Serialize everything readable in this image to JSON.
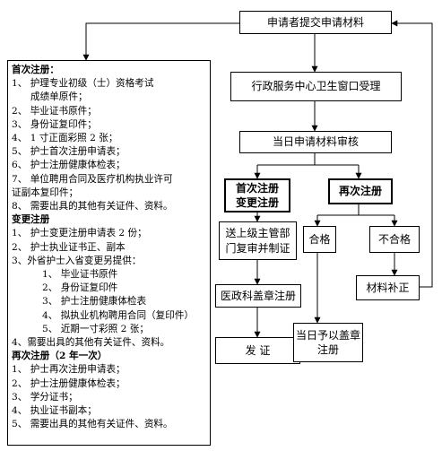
{
  "flow": {
    "submit": "申请者提交申请材料",
    "accept": "行政服务中心卫生窗口受理",
    "review": "当日申请材料审核",
    "first_change_line1": "首次注册",
    "first_change_line2": "变更注册",
    "renew": "再次注册",
    "forward_line1": "送上级主管部",
    "forward_line2": "门复审并制证",
    "qualified": "合格",
    "unqualified": "不合格",
    "supplement": "材料补正",
    "stamp": "医政科盖章注册",
    "issue": "发 证",
    "same_day_line1": "当日予以盖章",
    "same_day_line2": "注册"
  },
  "requirements": {
    "first": {
      "title": "首次注册：",
      "items": [
        "1、 护理专业初级（士）资格考试",
        "成绩单原件；",
        "2、 毕业证书原件；",
        "3、 身份证复印件；",
        "4、 1 寸正面彩照 2 张；",
        "5、 护士首次注册申请表；",
        "6、 护士注册健康体检表；",
        "7、 单位聘用合同及医疗机构执业许可",
        "证副本复印件；",
        "8、 需要出具的其他有关证件、资料。"
      ]
    },
    "change": {
      "title": "变更注册",
      "items": [
        "1、 护士变更注册申请表 2 份；",
        "2、 护士执业证书正、副本",
        "3、外省护士入省变更另提供：",
        "1、 毕业证书原件",
        "2、 身份证复印件",
        "3、 护士注册健康体检表",
        "4、 拟执业机构聘用合同（复印件）",
        "5、 近期一寸彩照 2 张；",
        "4、需要出具的其他有关证件、资料。"
      ]
    },
    "renew": {
      "title": "再次注册（2 年一次）",
      "items": [
        "1、 护士再次注册申请表；",
        "2、 护士注册健康体检表；",
        "3、 学分证书；",
        "4、 执业证书副本；",
        "5、 需要出具的其他有关证件、资料。"
      ]
    }
  }
}
